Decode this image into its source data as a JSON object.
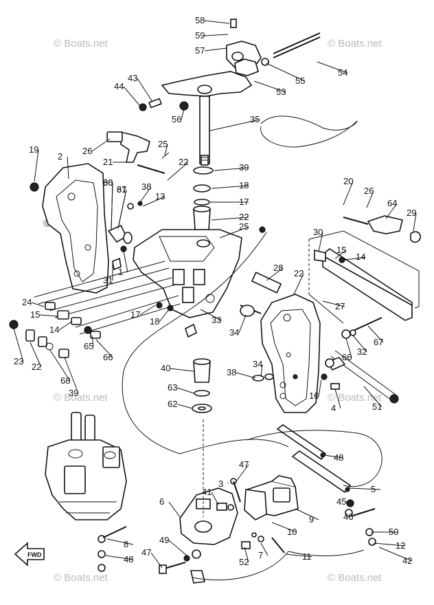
{
  "watermark": {
    "text": "© Boats.net"
  },
  "fwd_arrow": {
    "text": "FWD"
  },
  "icons": {
    "arrow": "fwd-arrow-icon"
  },
  "parts": [
    {
      "n": "58"
    },
    {
      "n": "59"
    },
    {
      "n": "57"
    },
    {
      "n": "54"
    },
    {
      "n": "55"
    },
    {
      "n": "53"
    },
    {
      "n": "43"
    },
    {
      "n": "44"
    },
    {
      "n": "56"
    },
    {
      "n": "35"
    },
    {
      "n": "26"
    },
    {
      "n": "21"
    },
    {
      "n": "25"
    },
    {
      "n": "22"
    },
    {
      "n": "19"
    },
    {
      "n": "2"
    },
    {
      "n": "36"
    },
    {
      "n": "37"
    },
    {
      "n": "39"
    },
    {
      "n": "18"
    },
    {
      "n": "17"
    },
    {
      "n": "60"
    },
    {
      "n": "61"
    },
    {
      "n": "38"
    },
    {
      "n": "13"
    },
    {
      "n": "22"
    },
    {
      "n": "25"
    },
    {
      "n": "20"
    },
    {
      "n": "26"
    },
    {
      "n": "64"
    },
    {
      "n": "29"
    },
    {
      "n": "30"
    },
    {
      "n": "15"
    },
    {
      "n": "14"
    },
    {
      "n": "31"
    },
    {
      "n": "1"
    },
    {
      "n": "28"
    },
    {
      "n": "22"
    },
    {
      "n": "27"
    },
    {
      "n": "24"
    },
    {
      "n": "15"
    },
    {
      "n": "14"
    },
    {
      "n": "17"
    },
    {
      "n": "18"
    },
    {
      "n": "33"
    },
    {
      "n": "34"
    },
    {
      "n": "23"
    },
    {
      "n": "22"
    },
    {
      "n": "65"
    },
    {
      "n": "66"
    },
    {
      "n": "67"
    },
    {
      "n": "32"
    },
    {
      "n": "66"
    },
    {
      "n": "68"
    },
    {
      "n": "34"
    },
    {
      "n": "38"
    },
    {
      "n": "39"
    },
    {
      "n": "40"
    },
    {
      "n": "63"
    },
    {
      "n": "62"
    },
    {
      "n": "16"
    },
    {
      "n": "4"
    },
    {
      "n": "51"
    },
    {
      "n": "48"
    },
    {
      "n": "47"
    },
    {
      "n": "3"
    },
    {
      "n": "41"
    },
    {
      "n": "5"
    },
    {
      "n": "6"
    },
    {
      "n": "45"
    },
    {
      "n": "46"
    },
    {
      "n": "9"
    },
    {
      "n": "10"
    },
    {
      "n": "50"
    },
    {
      "n": "8"
    },
    {
      "n": "49"
    },
    {
      "n": "12"
    },
    {
      "n": "47"
    },
    {
      "n": "48"
    },
    {
      "n": "52"
    },
    {
      "n": "7"
    },
    {
      "n": "11"
    },
    {
      "n": "42"
    }
  ]
}
